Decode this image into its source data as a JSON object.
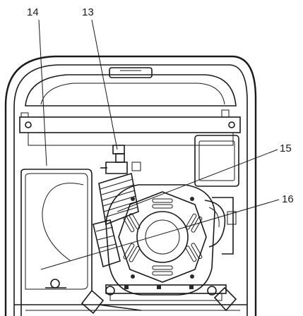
{
  "diagram": {
    "callouts": {
      "c14": "14",
      "c13": "13",
      "c15": "15",
      "c16": "16"
    }
  }
}
